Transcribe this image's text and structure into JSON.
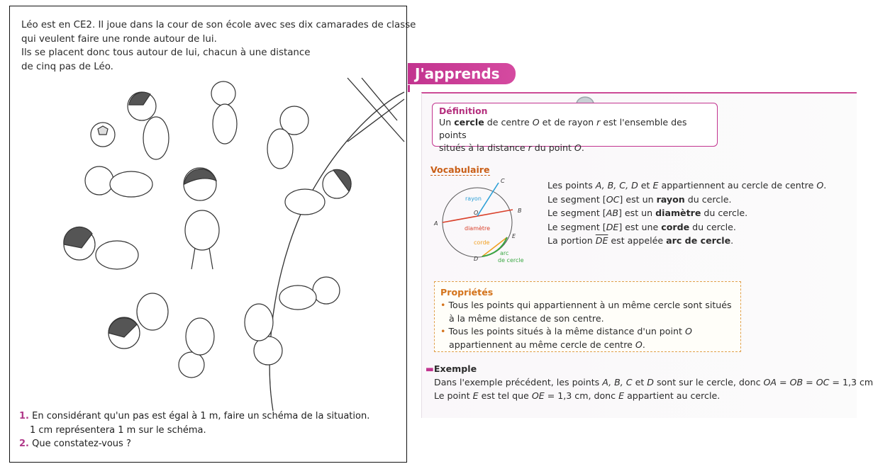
{
  "left": {
    "intro": [
      "Léo est en CE2. Il joue dans la cour de son école avec ses dix camarades de classe",
      "qui veulent faire une ronde autour de lui.",
      "Ils se placent donc tous autour de lui, chacun à une distance",
      "de cinq pas de Léo."
    ],
    "questions": {
      "q1_num": "1.",
      "q1_line1": "En considérant qu'un pas est égal à 1 m, faire un schéma de la situation.",
      "q1_line2": "1 cm représentera 1 m sur le schéma.",
      "q2_num": "2.",
      "q2": "Que constatez-vous ?"
    }
  },
  "right": {
    "badge": "J'apprends",
    "definition": {
      "title": "Définition",
      "line1_a": "Un ",
      "line1_bold": "cercle",
      "line1_b": " de centre ",
      "line1_O": "O",
      "line1_c": " et de rayon ",
      "line1_r": "r",
      "line1_d": " est l'ensemble des points",
      "line2_a": "situés à la distance ",
      "line2_r": "r",
      "line2_b": " du point ",
      "line2_O": "O",
      "line2_c": "."
    },
    "vocabulary": {
      "title": "Vocabulaire",
      "diagram_labels": {
        "C": "C",
        "B": "B",
        "A": "A",
        "O": "O",
        "E": "E",
        "D": "D",
        "rayon": "rayon",
        "diametre": "diamètre",
        "corde": "corde",
        "arc1": "arc",
        "arc2": "de cercle"
      },
      "lines": {
        "l1_a": "Les points ",
        "l1_pts": "A, B, C, D",
        "l1_b": " et ",
        "l1_E": "E",
        "l1_c": " appartiennent au cercle de centre ",
        "l1_O": "O",
        "l1_d": ".",
        "l2_a": "Le segment [",
        "l2_seg": "OC",
        "l2_b": "] est un ",
        "l2_bold": "rayon",
        "l2_c": " du cercle.",
        "l3_a": "Le segment [",
        "l3_seg": "AB",
        "l3_b": "] est un ",
        "l3_bold": "diamètre",
        "l3_c": " du cercle.",
        "l4_a": "Le segment [",
        "l4_seg": "DE",
        "l4_b": "] est une ",
        "l4_bold": "corde",
        "l4_c": " du cercle.",
        "l5_a": "La portion ",
        "l5_arc": "DE",
        "l5_b": " est appelée ",
        "l5_bold": "arc de cercle",
        "l5_c": "."
      }
    },
    "properties": {
      "title": "Propriétés",
      "b1_l1": "Tous les points qui appartiennent à un même cercle sont situés",
      "b1_l2": "à la même distance de son centre.",
      "b2_l1_a": "Tous les points situés à la même distance d'un point ",
      "b2_l1_O": "O",
      "b2_l2_a": "appartiennent au même cercle de centre ",
      "b2_l2_O": "O",
      "b2_l2_b": "."
    },
    "example": {
      "title": "Exemple",
      "l1_a": "Dans l'exemple précédent, les points ",
      "l1_pts": "A, B, C",
      "l1_b": " et ",
      "l1_D": "D",
      "l1_c": " sont sur le cercle, donc ",
      "l1_eq": "OA = OB = OC",
      "l1_d": " = 1,3 cm",
      "l2_a": "Le point ",
      "l2_E": "E",
      "l2_b": " est tel que ",
      "l2_eq": "OE",
      "l2_c": " = 1,3 cm, donc ",
      "l2_E2": "E",
      "l2_d": " appartient au cercle."
    }
  },
  "colors": {
    "magenta": "#c2348f",
    "orange": "#d4731c",
    "blue": "#2a9fd6",
    "green": "#3aa843",
    "red": "#d9412b",
    "corde": "#f0a020"
  }
}
